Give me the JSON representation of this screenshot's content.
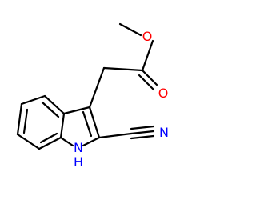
{
  "molecule": {
    "atoms": {
      "o_ether": {
        "symbol": "O",
        "color": "#ff0000"
      },
      "o_carbonyl": {
        "symbol": "O",
        "color": "#ff0000"
      },
      "n_nitrile": {
        "symbol": "N",
        "color": "#0000ff"
      },
      "n_indole": {
        "symbol": "N",
        "color": "#0000ff"
      },
      "h_indole": {
        "symbol": "H",
        "color": "#0000ff"
      }
    },
    "bond_color": "#000000"
  }
}
